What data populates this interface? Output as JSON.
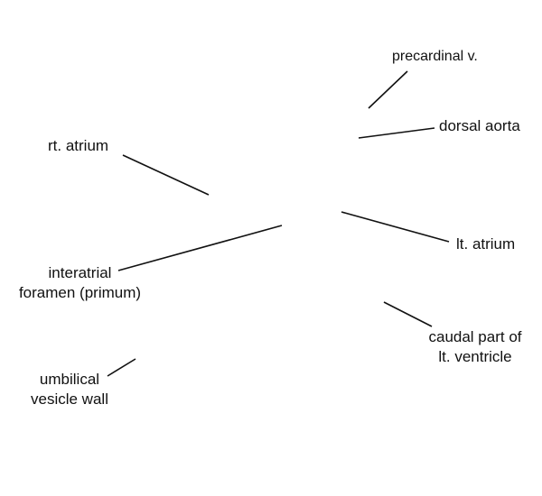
{
  "colors": {
    "background": "#ffffff",
    "line": "#111111",
    "text": "#111111"
  },
  "labels": {
    "precardinal_v": "precardinal v.",
    "dorsal_aorta": "dorsal aorta",
    "rt_atrium": "rt. atrium",
    "lt_atrium": "lt. atrium",
    "interatrial_foramen": [
      "interatrial",
      "foramen (primum)"
    ],
    "caudal_part_lt_ventricle": [
      "caudal part of",
      "lt. ventricle"
    ],
    "umbilical_vesicle_wall": [
      "umbilical",
      "vesicle wall"
    ]
  }
}
